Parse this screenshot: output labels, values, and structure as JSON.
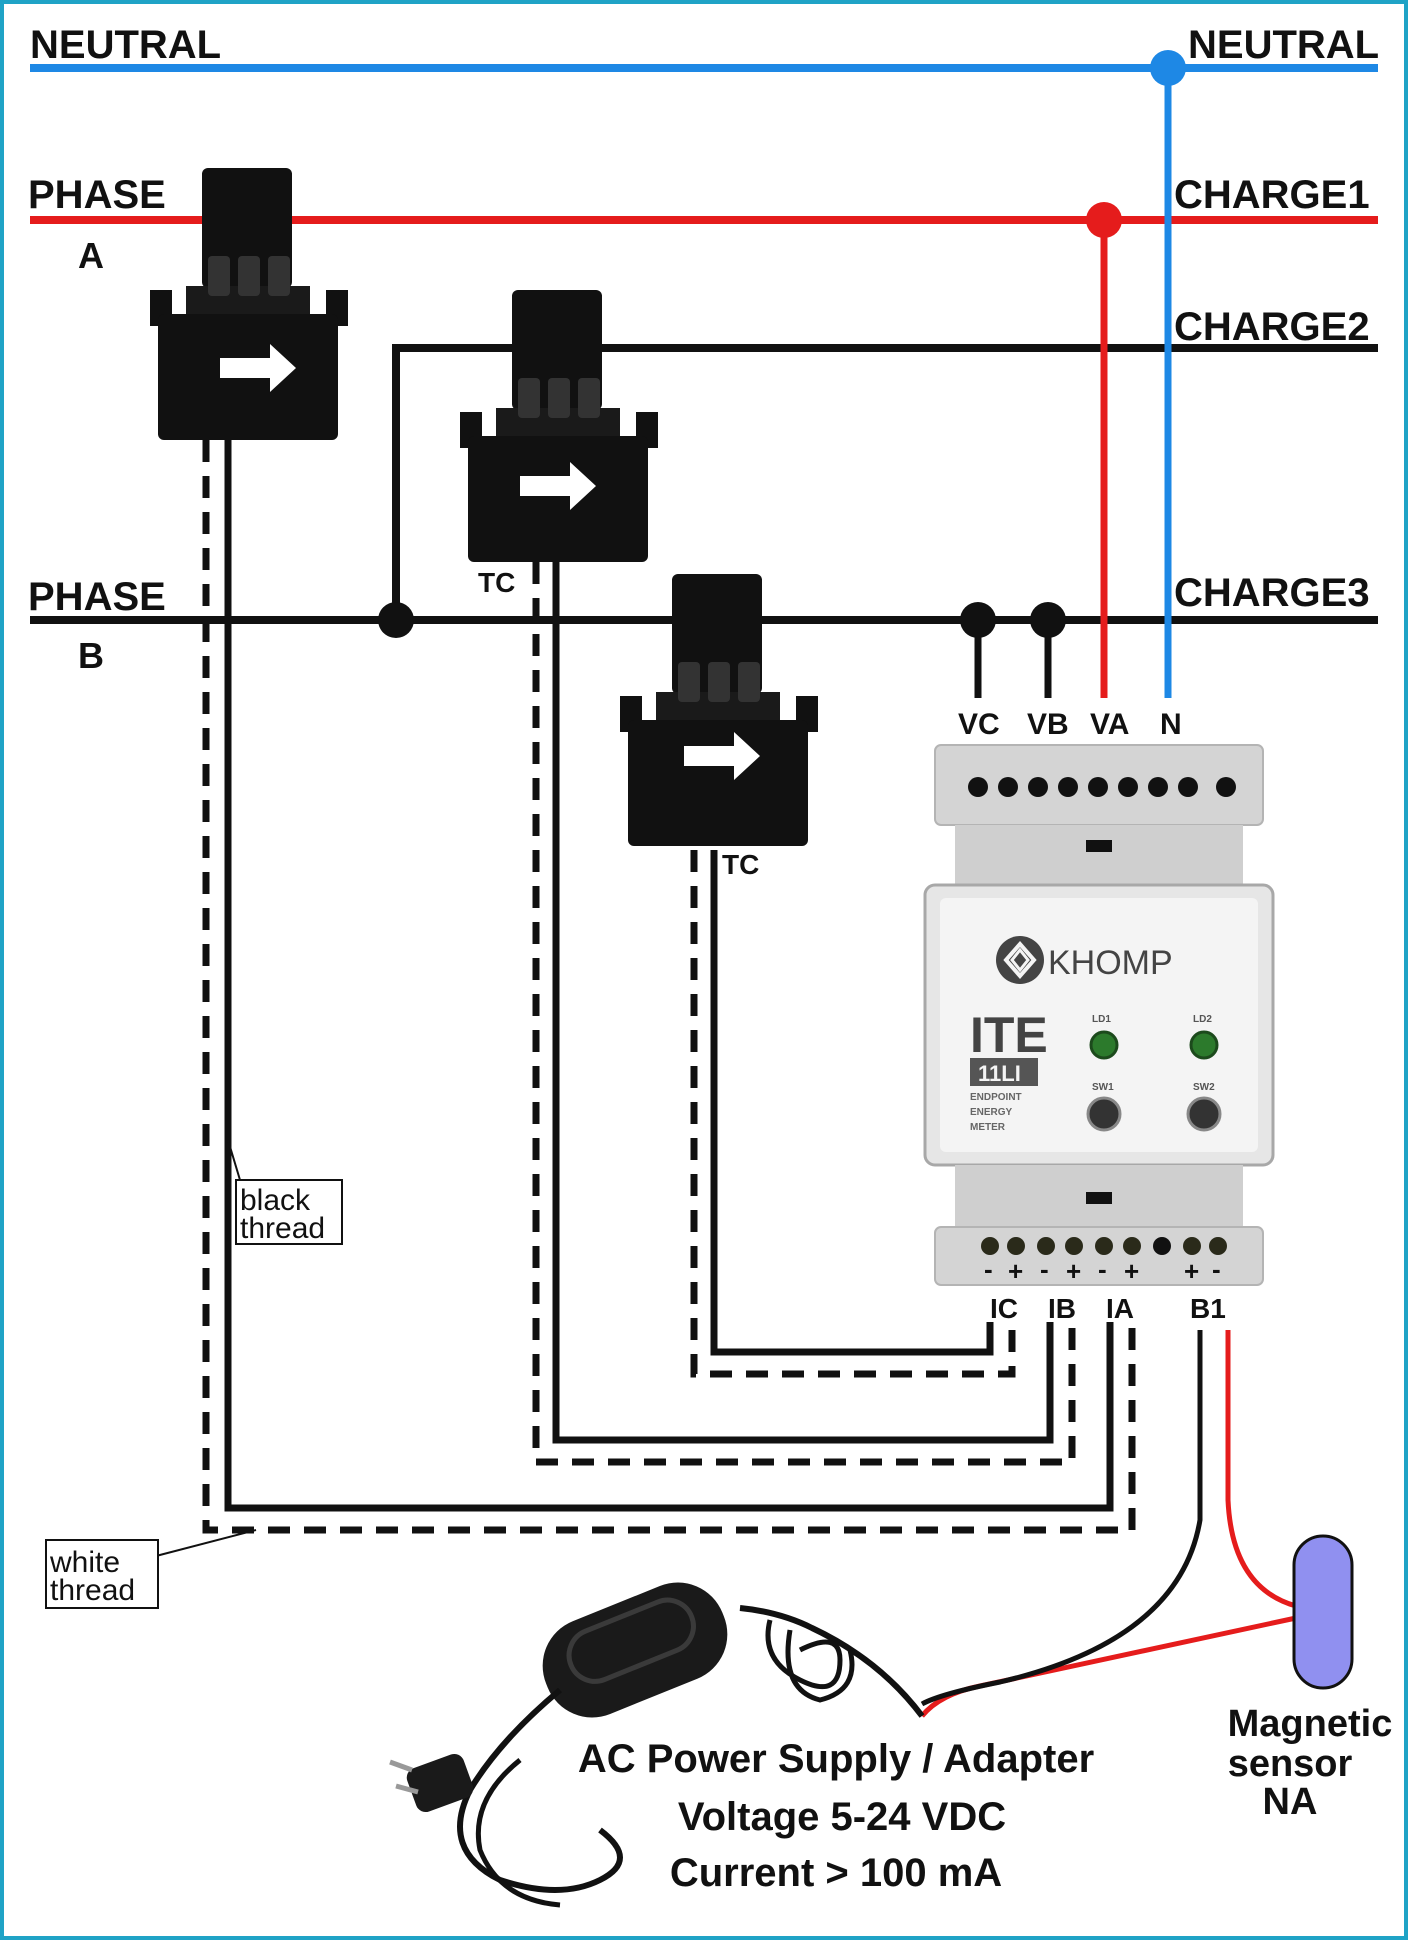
{
  "lines": {
    "neutral_left": "NEUTRAL",
    "neutral_right": "NEUTRAL",
    "phase_a_line1": "PHASE",
    "phase_a_line2": "A",
    "phase_b_line1": "PHASE",
    "phase_b_line2": "B",
    "charge1": "CHARGE1",
    "charge2": "CHARGE2",
    "charge3": "CHARGE3"
  },
  "terminals_top": [
    "VC",
    "VB",
    "VA",
    "N"
  ],
  "terminals_bottom": [
    "IC",
    "IB",
    "IA",
    "B1"
  ],
  "polarity": {
    "minus": "-",
    "plus": "+"
  },
  "ct_labels": {
    "ct2": "TC",
    "ct3": "TC"
  },
  "meter": {
    "brand": "KHOMP",
    "model": "ITE",
    "submodel": "11LI",
    "desc1": "ENDPOINT",
    "desc2": "ENERGY",
    "desc3": "METER",
    "ld1": "LD1",
    "ld2": "LD2",
    "sw1": "SW1",
    "sw2": "SW2"
  },
  "notes": {
    "black_thread_1": "black",
    "black_thread_2": "thread",
    "white_thread_1": "white",
    "white_thread_2": "thread"
  },
  "power_supply": {
    "line1": "AC Power Supply / Adapter",
    "line2": "Voltage 5-24 VDC",
    "line3": "Current > 100 mA"
  },
  "sensor": {
    "line1": "Magnetic",
    "line2": "sensor",
    "line3": "NA"
  },
  "colors": {
    "neutral": "#1e88e5",
    "phase_a": "#e51c1c",
    "phase_b": "#111111",
    "border": "#1fa3c6",
    "sensor": "#9090f0"
  }
}
